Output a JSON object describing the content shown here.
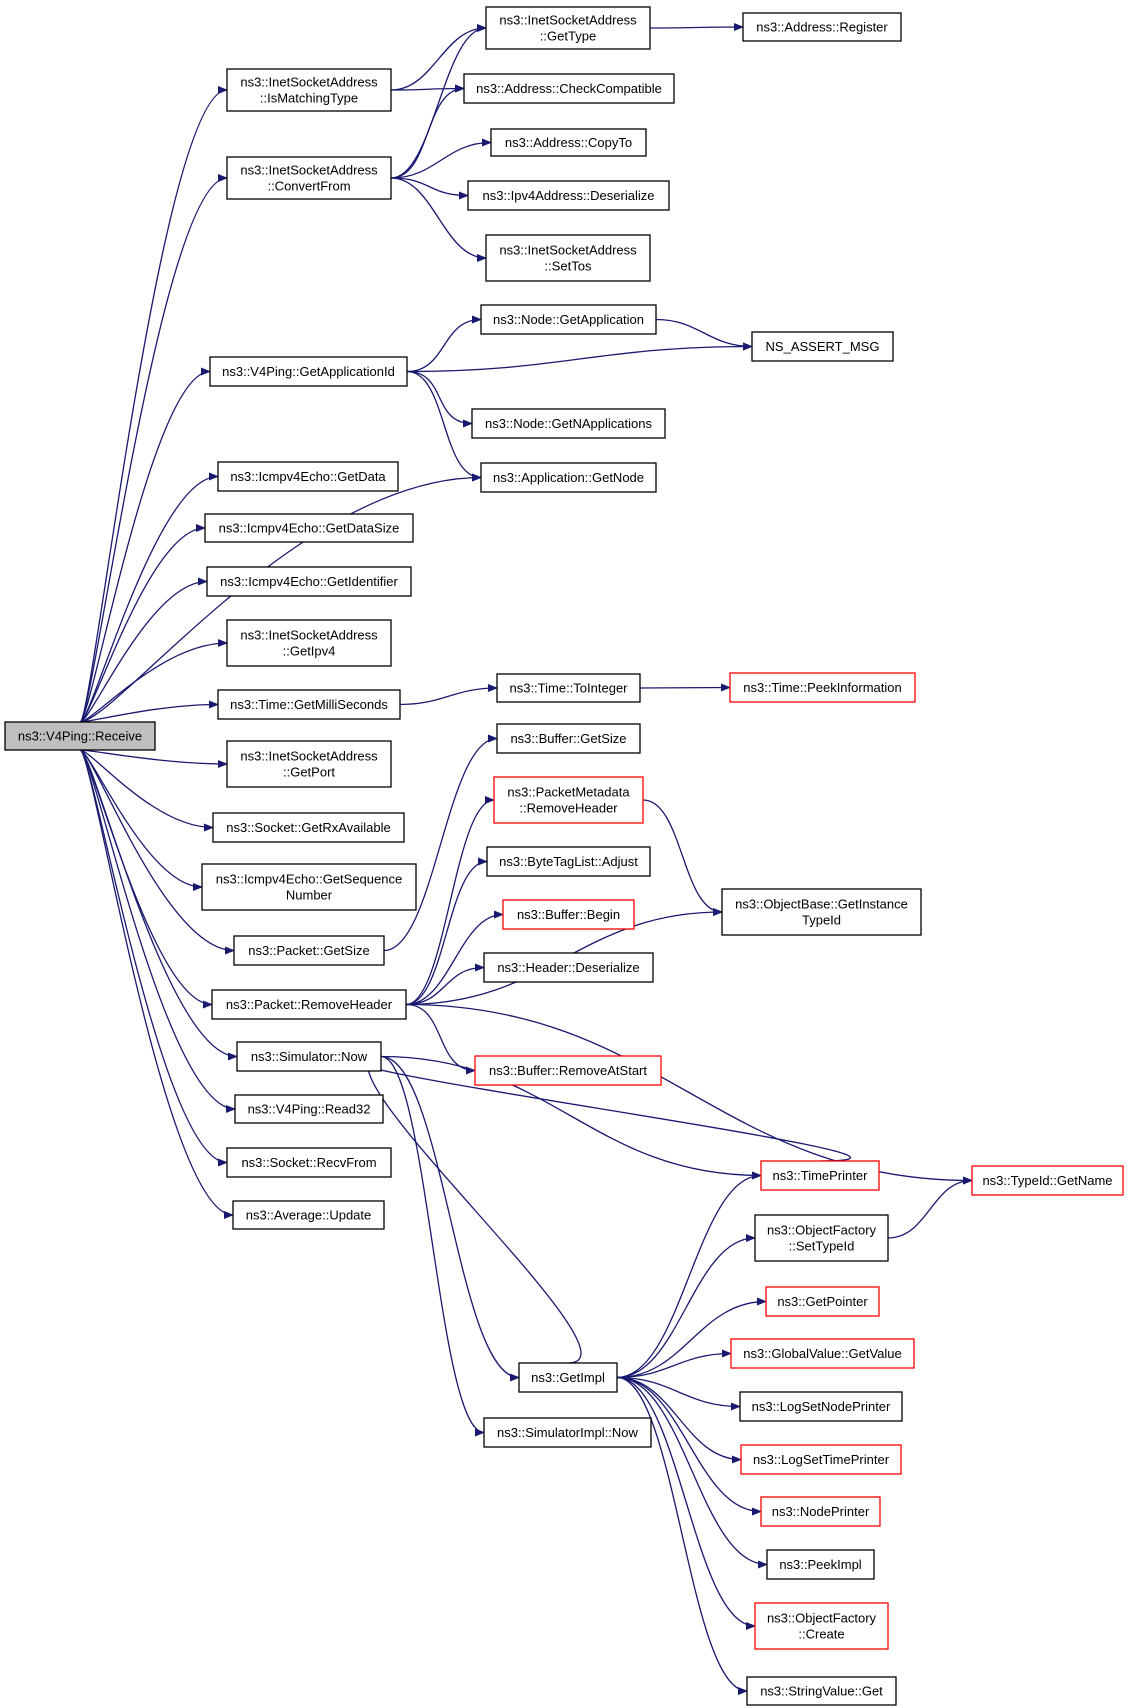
{
  "colors": {
    "edge": "#191970",
    "border": "#000000",
    "truncated_border": "#ff0000",
    "root_fill": "#bfbfbf"
  },
  "nodes": {
    "receive": [
      "ns3::V4Ping::Receive"
    ],
    "ismatching": [
      "ns3::InetSocketAddress",
      "::IsMatchingType"
    ],
    "convertfrom": [
      "ns3::InetSocketAddress",
      "::ConvertFrom"
    ],
    "gettype": [
      "ns3::InetSocketAddress",
      "::GetType"
    ],
    "register": [
      "ns3::Address::Register"
    ],
    "checkcompat": [
      "ns3::Address::CheckCompatible"
    ],
    "copyto": [
      "ns3::Address::CopyTo"
    ],
    "ipv4deser": [
      "ns3::Ipv4Address::Deserialize"
    ],
    "settos": [
      "ns3::InetSocketAddress",
      "::SetTos"
    ],
    "getappid": [
      "ns3::V4Ping::GetApplicationId"
    ],
    "nodegetapp": [
      "ns3::Node::GetApplication"
    ],
    "assertmsg": [
      "NS_ASSERT_MSG"
    ],
    "getnapps": [
      "ns3::Node::GetNApplications"
    ],
    "appgetnode": [
      "ns3::Application::GetNode"
    ],
    "icmpdata": [
      "ns3::Icmpv4Echo::GetData"
    ],
    "icmpdatasize": [
      "ns3::Icmpv4Echo::GetDataSize"
    ],
    "icmpident": [
      "ns3::Icmpv4Echo::GetIdentifier"
    ],
    "getipv4": [
      "ns3::InetSocketAddress",
      "::GetIpv4"
    ],
    "getmilli": [
      "ns3::Time::GetMilliSeconds"
    ],
    "tointeger": [
      "ns3::Time::ToInteger"
    ],
    "peekinfo": [
      "ns3::Time::PeekInformation"
    ],
    "getport": [
      "ns3::InetSocketAddress",
      "::GetPort"
    ],
    "getrxavail": [
      "ns3::Socket::GetRxAvailable"
    ],
    "icmpseq": [
      "ns3::Icmpv4Echo::GetSequence",
      "Number"
    ],
    "pktgetsize": [
      "ns3::Packet::GetSize"
    ],
    "removeheader": [
      "ns3::Packet::RemoveHeader"
    ],
    "simnow": [
      "ns3::Simulator::Now"
    ],
    "read32": [
      "ns3::V4Ping::Read32"
    ],
    "recvfrom": [
      "ns3::Socket::RecvFrom"
    ],
    "avgupdate": [
      "ns3::Average::Update"
    ],
    "bufgetsize": [
      "ns3::Buffer::GetSize"
    ],
    "pmremove": [
      "ns3::PacketMetadata",
      "::RemoveHeader"
    ],
    "btladjust": [
      "ns3::ByteTagList::Adjust"
    ],
    "bufbegin": [
      "ns3::Buffer::Begin"
    ],
    "hdrdeser": [
      "ns3::Header::Deserialize"
    ],
    "objinst": [
      "ns3::ObjectBase::GetInstance",
      "TypeId"
    ],
    "bufremove": [
      "ns3::Buffer::RemoveAtStart"
    ],
    "typeidname": [
      "ns3::TypeId::GetName"
    ],
    "timeprinter": [
      "ns3::TimePrinter"
    ],
    "ofsettype": [
      "ns3::ObjectFactory",
      "::SetTypeId"
    ],
    "getpointer": [
      "ns3::GetPointer"
    ],
    "gvgetvalue": [
      "ns3::GlobalValue::GetValue"
    ],
    "getimpl": [
      "ns3::GetImpl"
    ],
    "logsetnode": [
      "ns3::LogSetNodePrinter"
    ],
    "logsettime": [
      "ns3::LogSetTimePrinter"
    ],
    "simimplnow": [
      "ns3::SimulatorImpl::Now"
    ],
    "nodeprinter": [
      "ns3::NodePrinter"
    ],
    "peekimpl": [
      "ns3::PeekImpl"
    ],
    "ofcreate": [
      "ns3::ObjectFactory",
      "::Create"
    ],
    "strget": [
      "ns3::StringValue::Get"
    ]
  }
}
